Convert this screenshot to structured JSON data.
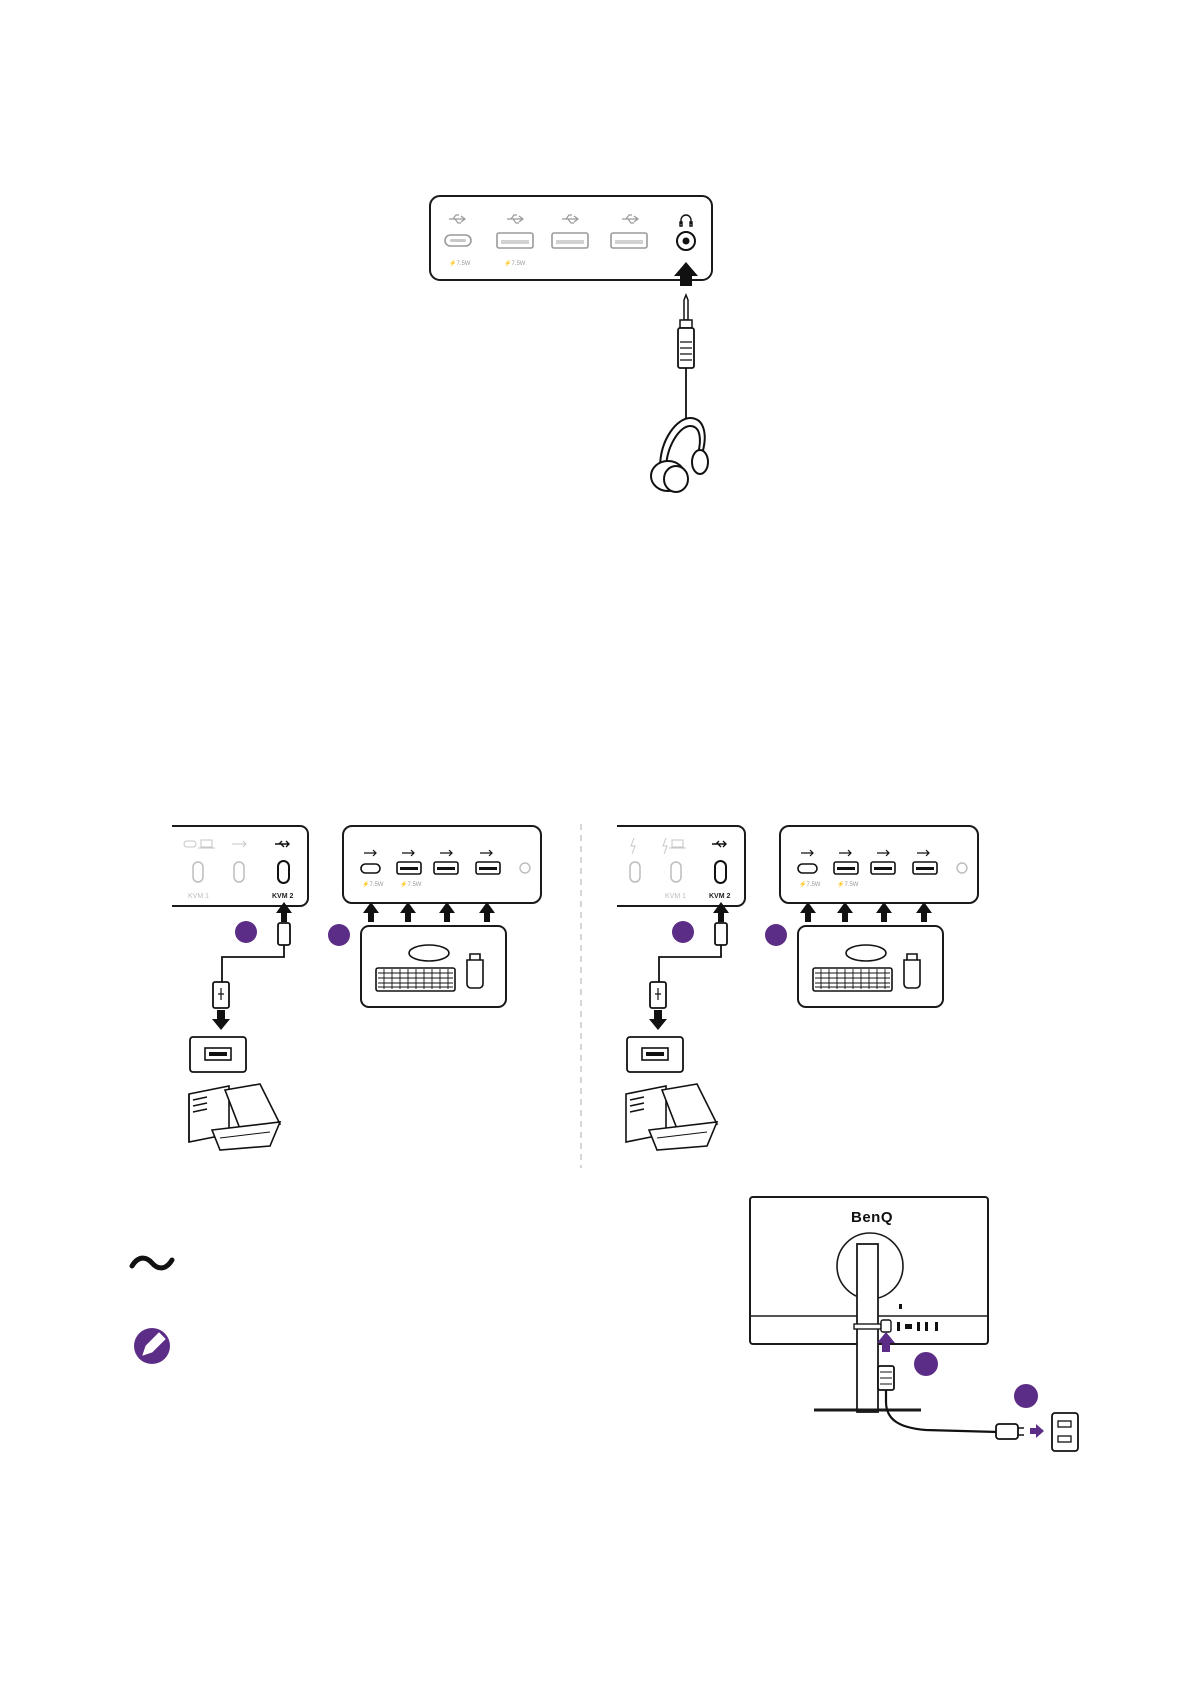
{
  "headphone_panel": {
    "port_wattage_1": "⚡7.5W",
    "port_wattage_2": "⚡7.5W"
  },
  "kvm_diagrams": [
    {
      "side_labels": {
        "kvm1": "KVM 1",
        "kvm2": "KVM 2"
      },
      "port_wattage_1": "⚡7.5W",
      "port_wattage_2": "⚡7.5W"
    },
    {
      "side_labels": {
        "kvm1": "KVM 1",
        "kvm2": "KVM 2"
      },
      "port_wattage_1": "⚡7.5W",
      "port_wattage_2": "⚡7.5W"
    }
  ],
  "power_section": {
    "brand": "BenQ"
  },
  "icons": {
    "ac_symbol": "tilde-wave-icon",
    "note": "pencil-note-icon"
  },
  "colors": {
    "accent": "#5b2d86",
    "line": "#1a1a1a",
    "port_grey": "#9a9a9a"
  }
}
